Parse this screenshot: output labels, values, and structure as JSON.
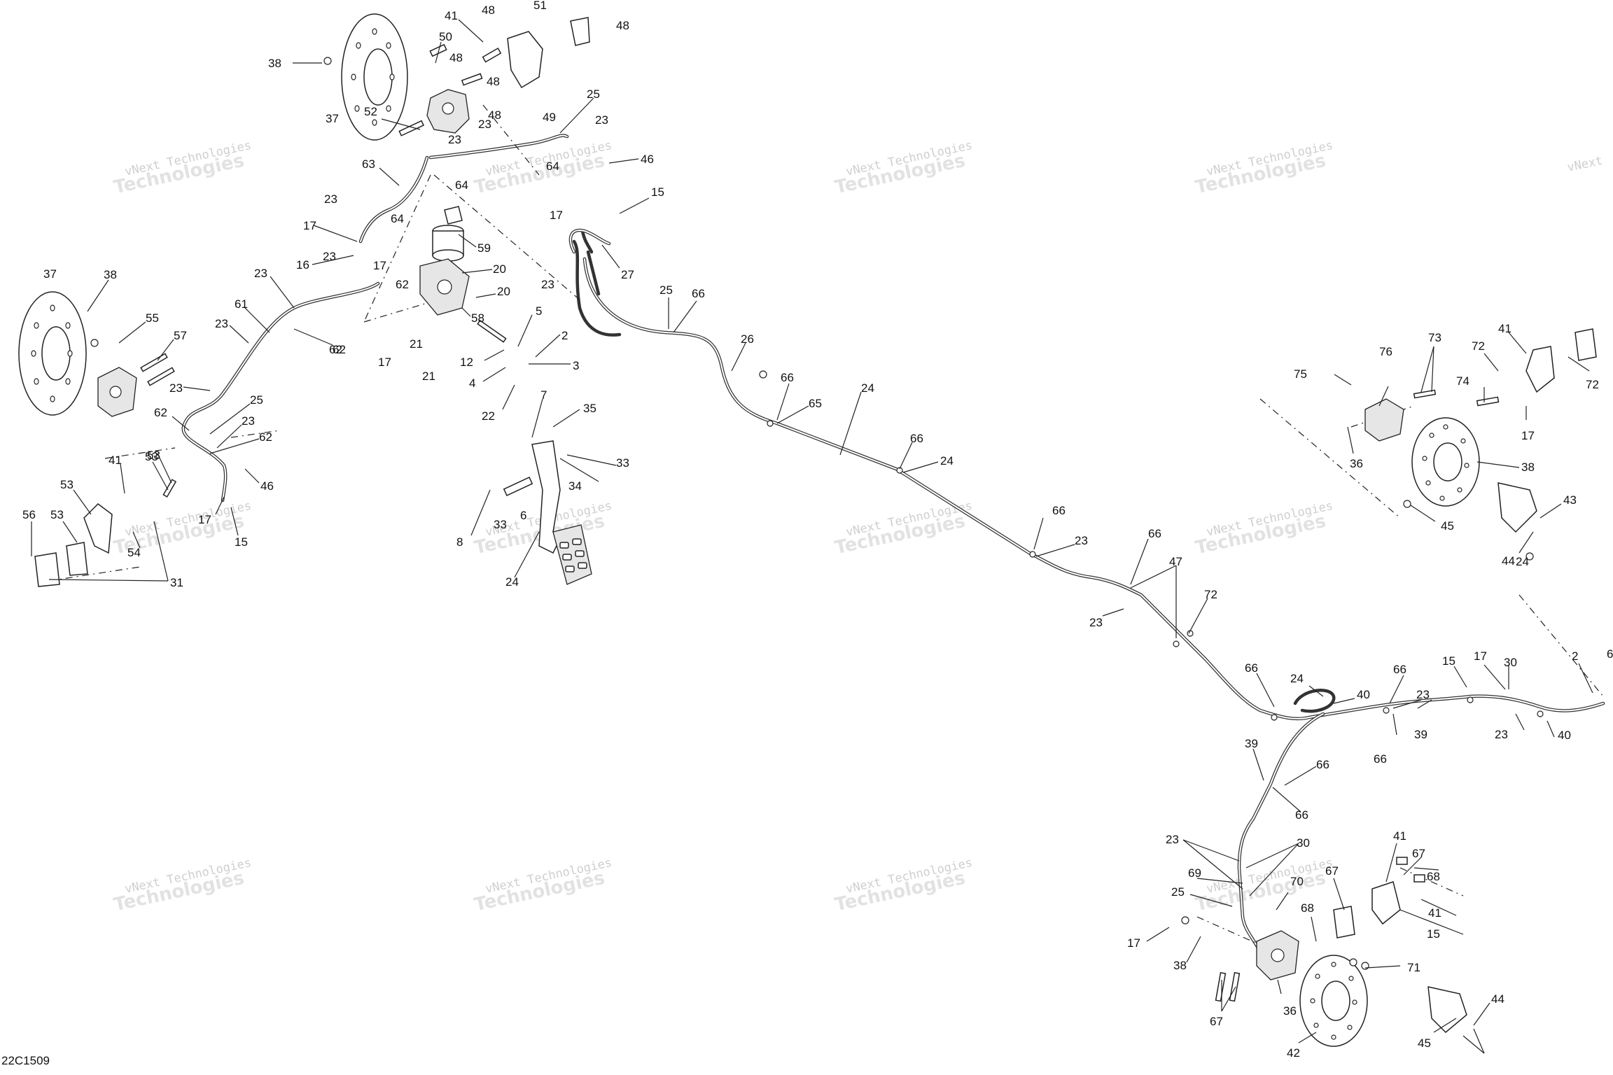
{
  "diagram_code": "22C1509",
  "watermark": {
    "line1": "vNext Technologies",
    "line2": "Technologies",
    "top": "vNext"
  },
  "callouts": [
    "38",
    "37",
    "41",
    "48",
    "51",
    "48",
    "50",
    "48",
    "48",
    "49",
    "52",
    "48",
    "25",
    "23",
    "46",
    "23",
    "64",
    "63",
    "23",
    "64",
    "23",
    "64",
    "15",
    "17",
    "17",
    "16",
    "62",
    "17",
    "27",
    "23",
    "59",
    "23",
    "20",
    "21",
    "20",
    "58",
    "21",
    "17",
    "25",
    "66",
    "26",
    "37",
    "38",
    "55",
    "57",
    "23",
    "61",
    "62",
    "23",
    "62",
    "5",
    "2",
    "12",
    "3",
    "4",
    "22",
    "23",
    "62",
    "25",
    "23",
    "62",
    "46",
    "53",
    "41",
    "17",
    "15",
    "53",
    "53",
    "56",
    "53",
    "54",
    "31",
    "7",
    "35",
    "33",
    "34",
    "8",
    "33",
    "6",
    "24",
    "66",
    "65",
    "24",
    "66",
    "24",
    "66",
    "23",
    "66",
    "47",
    "23",
    "72",
    "76",
    "73",
    "72",
    "74",
    "75",
    "72",
    "41",
    "17",
    "36",
    "38",
    "45",
    "43",
    "44",
    "24",
    "66",
    "24",
    "40",
    "66",
    "23",
    "15",
    "17",
    "30",
    "2",
    "66",
    "39",
    "66",
    "23",
    "40",
    "39",
    "66",
    "66",
    "23",
    "30",
    "25",
    "69",
    "70",
    "67",
    "68",
    "41",
    "67",
    "68",
    "41",
    "15",
    "17",
    "38",
    "71",
    "67",
    "36",
    "42",
    "45",
    "44"
  ]
}
